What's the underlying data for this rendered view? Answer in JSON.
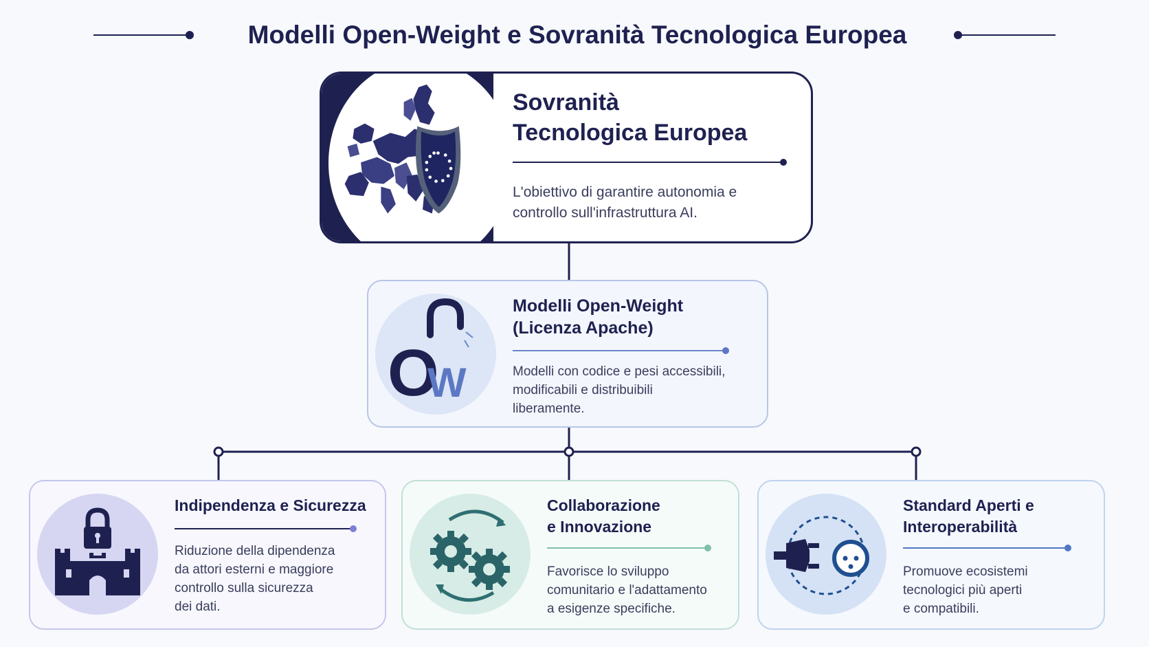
{
  "header": {
    "title": "Modelli Open-Weight e Sovranità Tecnologica Europea"
  },
  "top_card": {
    "title_line1": "Sovranità",
    "title_line2": "Tecnologica Europea",
    "desc_line1": "L'obiettivo di garantire autonomia e",
    "desc_line2": "controllo sull'infrastruttura AI.",
    "illustration": "europe-map-eu-shield-icon"
  },
  "mid_card": {
    "title_line1": "Modelli Open-Weight",
    "title_line2": "(Licenza Apache)",
    "desc_line1": "Modelli con codice e pesi accessibili,",
    "desc_line2": "modificabili e distribuibili",
    "desc_line3": "liberamente.",
    "logo_o": "O",
    "logo_w": "W",
    "illustration": "open-lock-ow-logo-icon"
  },
  "bottom_cards": [
    {
      "title_line1": "Indipendenza e Sicurezza",
      "desc_line1": "Riduzione della dipendenza",
      "desc_line2": "da attori esterni e maggiore",
      "desc_line3": "controllo sulla sicurezza",
      "desc_line4": "dei dati.",
      "illustration": "castle-lock-icon",
      "accent": "#7c7fd6"
    },
    {
      "title_line1": "Collaborazione",
      "title_line2": "e Innovazione",
      "desc_line1": "Favorisce lo sviluppo",
      "desc_line2": "comunitario e l'adattamento",
      "desc_line3": "a esigenze specifiche.",
      "illustration": "gears-cycle-icon",
      "accent": "#7fbfa9"
    },
    {
      "title_line1": "Standard Aperti e",
      "title_line2": "Interoperabilità",
      "desc_line1": "Promuove ecosistemi",
      "desc_line2": "tecnologici più aperti",
      "desc_line3": "e compatibili.",
      "illustration": "plug-socket-icon",
      "accent": "#4f78c4"
    }
  ],
  "colors": {
    "navy": "#1e2150",
    "mid_accent": "#6a86cc",
    "teal": "#2f6f72",
    "blue": "#1f4f8f"
  }
}
